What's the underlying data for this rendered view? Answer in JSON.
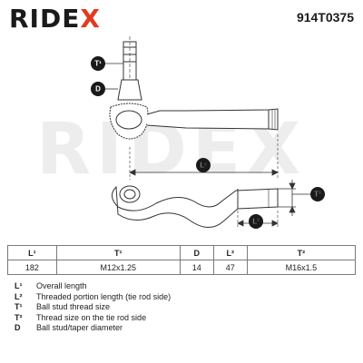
{
  "brand": {
    "logo_text": "RIDE",
    "logo_x": "X",
    "part_number": "914T0375"
  },
  "watermark": "RIDEX",
  "callouts": {
    "t1": "T¹",
    "d": "D",
    "l1": "L¹",
    "t2": "T²",
    "l2": "L²"
  },
  "table": {
    "headers": [
      "L¹",
      "T¹",
      "D",
      "L²",
      "T²"
    ],
    "values": [
      "182",
      "M12x1.25",
      "14",
      "47",
      "M16x1.5"
    ]
  },
  "legend": [
    {
      "key": "L¹",
      "text": "Overall length"
    },
    {
      "key": "L²",
      "text": "Threaded portion length (tie rod side)"
    },
    {
      "key": "T¹",
      "text": "Ball stud thread size"
    },
    {
      "key": "T²",
      "text": "Thread size on the tie rod side"
    },
    {
      "key": "D",
      "text": "Ball stud/taper diameter"
    }
  ],
  "colors": {
    "accent": "#e23a1e",
    "text": "#1a1a1a",
    "line": "#333333"
  }
}
